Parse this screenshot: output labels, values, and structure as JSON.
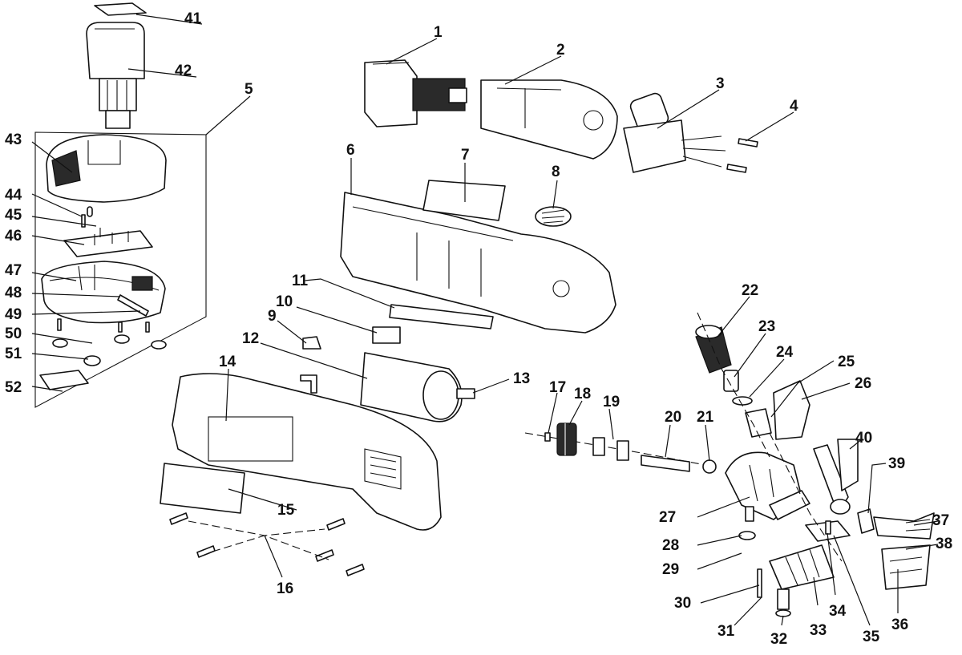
{
  "labels": {
    "n1": "1",
    "n2": "2",
    "n3": "3",
    "n4": "4",
    "n5": "5",
    "n6": "6",
    "n7": "7",
    "n8": "8",
    "n9": "9",
    "n10": "10",
    "n11": "11",
    "n12": "12",
    "n13": "13",
    "n14": "14",
    "n15": "15",
    "n16": "16",
    "n17": "17",
    "n18": "18",
    "n19": "19",
    "n20": "20",
    "n21": "21",
    "n22": "22",
    "n23": "23",
    "n24": "24",
    "n25": "25",
    "n26": "26",
    "n27": "27",
    "n28": "28",
    "n29": "29",
    "n30": "30",
    "n31": "31",
    "n32": "32",
    "n33": "33",
    "n34": "34",
    "n35": "35",
    "n36": "36",
    "n37": "37",
    "n38": "38",
    "n39": "39",
    "n40": "40",
    "n41": "41",
    "n42": "42",
    "n43": "43",
    "n44": "44",
    "n45": "45",
    "n46": "46",
    "n47": "47",
    "n48": "48",
    "n49": "49",
    "n50": "50",
    "n51": "51",
    "n52": "52"
  }
}
